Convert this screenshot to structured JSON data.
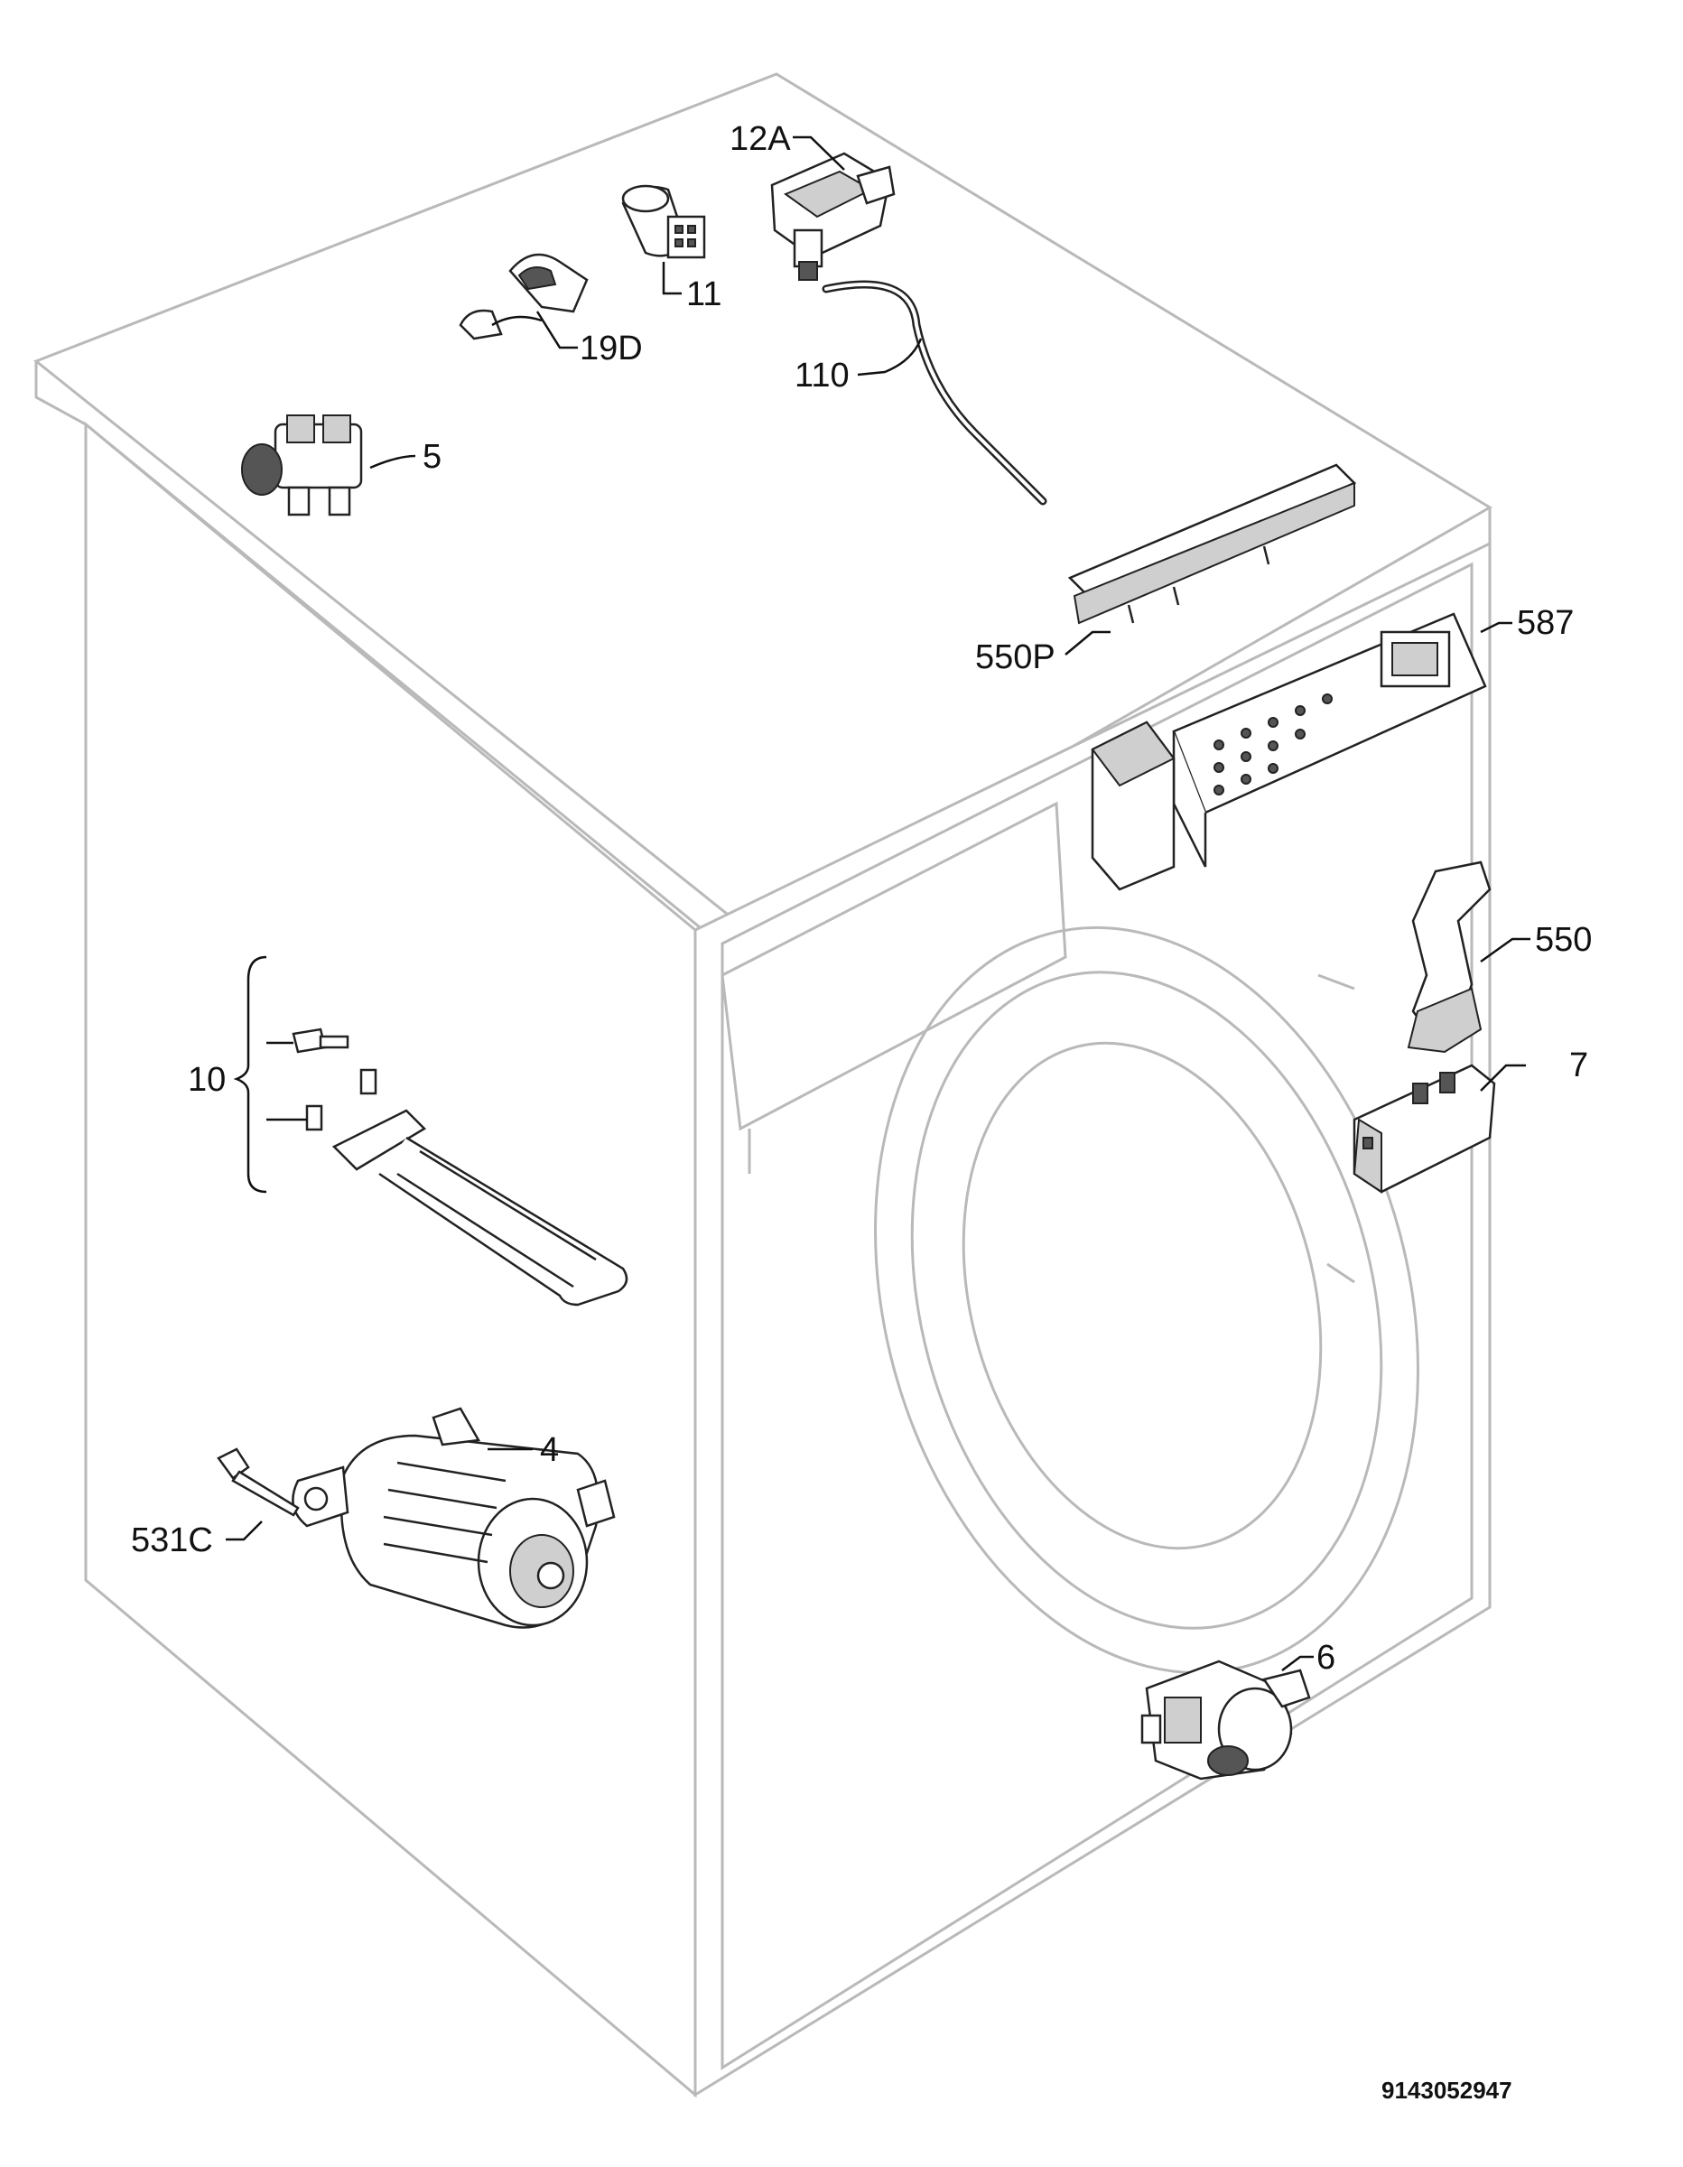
{
  "diagram": {
    "drawing_number": "9143052947",
    "parts": [
      {
        "id": "part-12a",
        "label": "12A"
      },
      {
        "id": "part-11",
        "label": "11"
      },
      {
        "id": "part-19d",
        "label": "19D"
      },
      {
        "id": "part-110",
        "label": "110"
      },
      {
        "id": "part-5",
        "label": "5"
      },
      {
        "id": "part-550p",
        "label": "550P"
      },
      {
        "id": "part-587",
        "label": "587"
      },
      {
        "id": "part-550",
        "label": "550"
      },
      {
        "id": "part-7",
        "label": "7"
      },
      {
        "id": "part-10",
        "label": "10"
      },
      {
        "id": "part-4",
        "label": "4"
      },
      {
        "id": "part-531c",
        "label": "531C"
      },
      {
        "id": "part-6",
        "label": "6"
      }
    ]
  }
}
